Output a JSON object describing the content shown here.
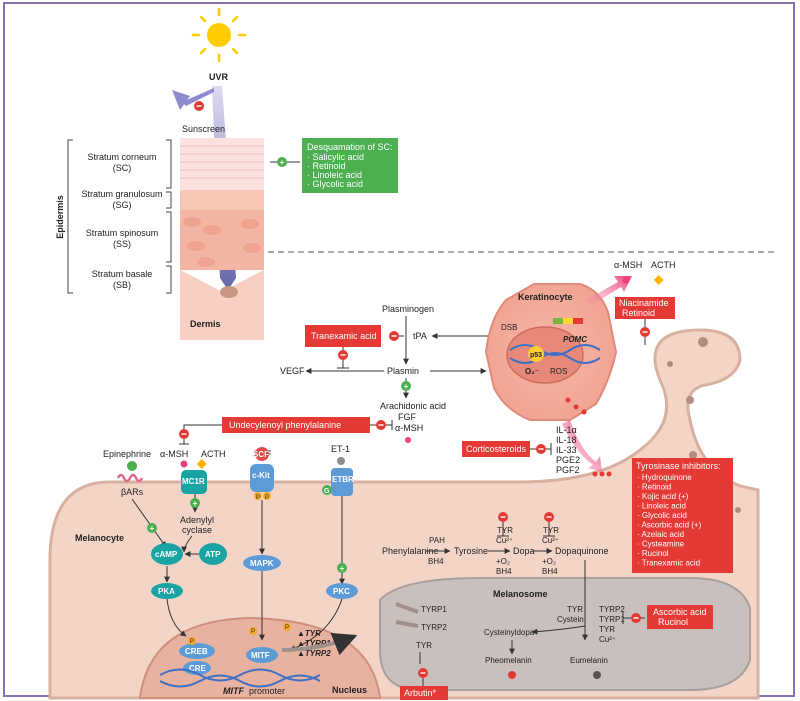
{
  "uvr": "UVR",
  "sunscreen": "Sunscreen",
  "epidermis": "Epidermis",
  "dermis": "Dermis",
  "layers": [
    {
      "name": "Stratum corneum",
      "abbr": "(SC)"
    },
    {
      "name": "Stratum granulosum",
      "abbr": "(SG)"
    },
    {
      "name": "Stratum spinosum",
      "abbr": "(SS)"
    },
    {
      "name": "Stratum basale",
      "abbr": "(SB)"
    }
  ],
  "desquamation": {
    "title": "Desquamation of SC:",
    "items": [
      "· Salicylic acid",
      "· Retinoid",
      "· Linoleic acid",
      "· Glycolic acid"
    ]
  },
  "keratinocyte": {
    "title": "Keratinocyte",
    "dsb": "DSB",
    "p53": "p53",
    "pomc": "POMC",
    "o2": "O₂⁻",
    "ros": "ROS"
  },
  "outputs": {
    "amsh": "α-MSH",
    "acth": "ACTH"
  },
  "niacinamide": [
    "Niacinamide",
    "Retinoid"
  ],
  "plasmin_path": {
    "plasminogen": "Plasminogen",
    "tpa": "tPA",
    "plasmin": "Plasmin",
    "vegf": "VEGF",
    "arachidonic": "Arachidonic acid",
    "fgf": "FGF",
    "amsh": "α-MSH",
    "tranexamic": "Tranexamic acid"
  },
  "undecylenoyl": "Undecylenoyl phenylalanine",
  "corticosteroids": "Corticosteroids",
  "cytokines": [
    "IL-1α",
    "IL-18",
    "IL-33",
    "PGE2",
    "PGF2"
  ],
  "tyrosinase_inhibitors": {
    "title": "Tyrosinase inhibitors:",
    "items": [
      "· Hydroquinone",
      "· Retinoid",
      "· Kojic acid (+)",
      "· Linoleic acid",
      "· Glycolic acid",
      "· Ascorbic acid (+)",
      "· Azelaic acid",
      "· Cysteamine",
      "· Rucinol",
      "· Tranexamic acid"
    ]
  },
  "receptors": {
    "epinephrine": "Epinephrine",
    "bars": "βARs",
    "amsh": "α-MSH",
    "acth": "ACTH",
    "mc1r": "MC1R",
    "scf": "SCF",
    "ckit": "c-Kit",
    "et1": "ET-1",
    "etbr": "ETBR",
    "p": "P",
    "g": "G"
  },
  "melanocyte": "Melanocyte",
  "adenylyl": [
    "Adenylyl",
    "cyclase"
  ],
  "nodes": {
    "camp": "cAMP",
    "atp": "ATP",
    "pka": "PKA",
    "mapk": "MAPK",
    "pkc": "PKC",
    "creb": "CREB",
    "cre": "CRE",
    "mitf": "MITF"
  },
  "mitf_promoter": {
    "italic": "MITF",
    "rest": " promoter"
  },
  "nucleus": "Nucleus",
  "targets": [
    "▲TYR",
    "▲TYRP1",
    "▲TYRP2"
  ],
  "synthesis": {
    "phenylalanine": "Phenylalanine",
    "pah": "PAH",
    "bh4": "BH4",
    "tyrosine": "Tyrosine",
    "dopa": "Dopa",
    "dopaquinone": "Dopaquinone",
    "tyr": "TYR",
    "cu": "Cu²⁺",
    "o2": "+O₂",
    "bh4b": "BH4"
  },
  "melanosome": {
    "title": "Melanosome",
    "tyrp1": "TYRP1",
    "tyrp2": "TYRP2",
    "tyr": "TYR",
    "tyr_cystein": [
      "TYR",
      "Cystein"
    ],
    "cysteinyldopa": "Cysteinyldopa",
    "pheomelanin": "Pheomelanin",
    "enzymes": [
      "TYRP2",
      "TYRP1",
      "TYR",
      "Cu²⁺"
    ],
    "eumelanin": "Eumelanin"
  },
  "arbutin": "Arbutin*",
  "ascorbic": [
    "Ascorbic acid",
    "Rucinol"
  ],
  "colors": {
    "red_box": "#e53935",
    "green_box": "#4caf50",
    "teal_node": "#1aa3a3",
    "skin": "#f6c9b8",
    "melanocyte_fill": "#f3d5c8"
  }
}
